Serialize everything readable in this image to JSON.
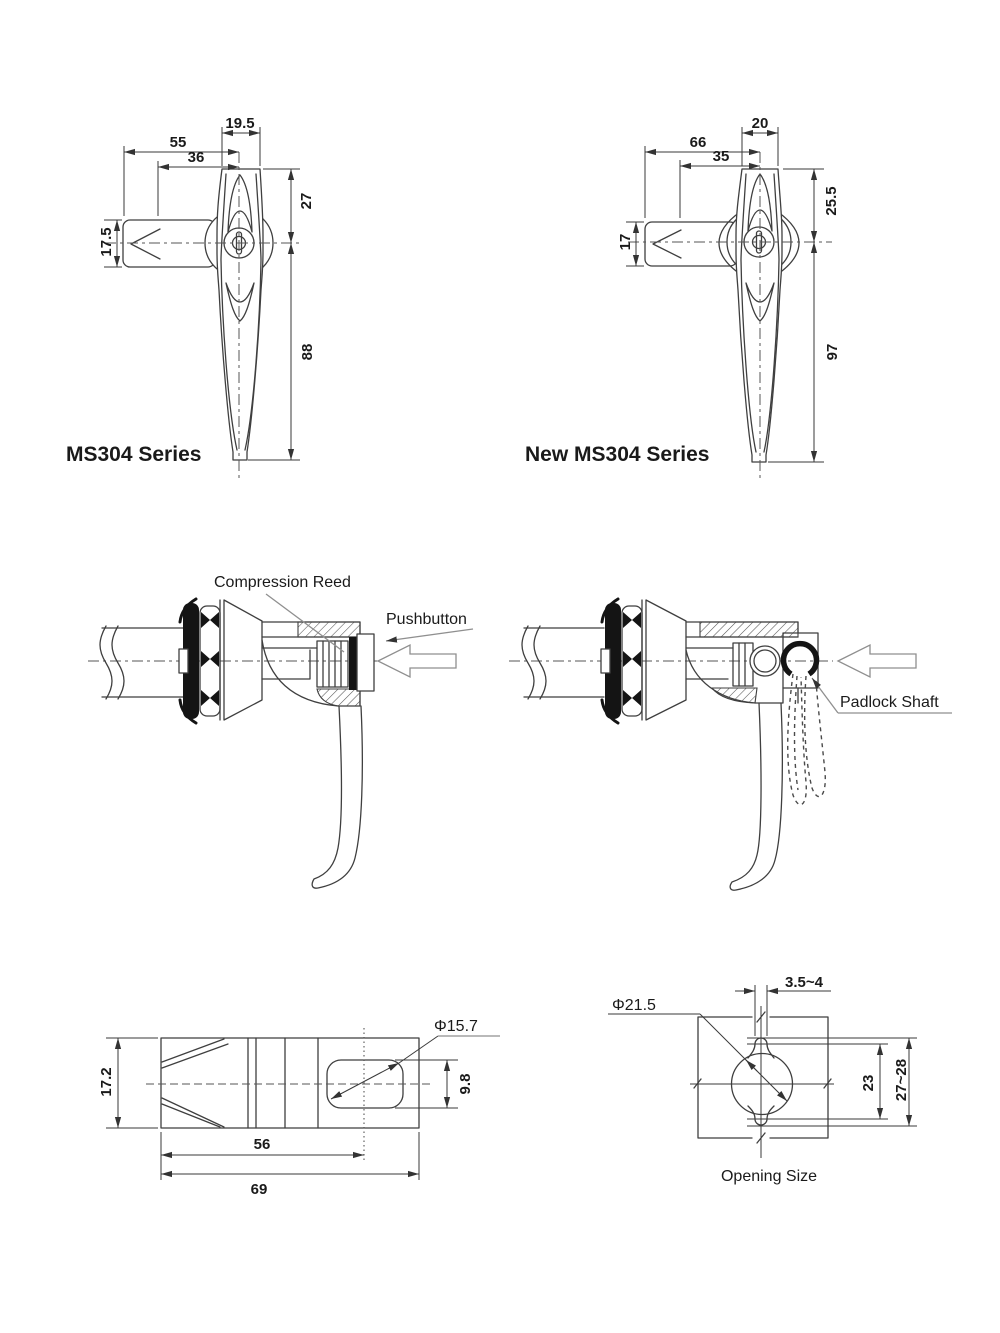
{
  "front_views": {
    "ms304": {
      "title": "MS304 Series",
      "dims": {
        "head_width": "19.5",
        "overall": "55",
        "inner": "36",
        "upper": "27",
        "arm": "17.5",
        "lower": "88"
      }
    },
    "new_ms304": {
      "title": "New MS304 Series",
      "dims": {
        "head_width": "20",
        "overall": "66",
        "inner": "35",
        "upper": "25.5",
        "arm": "17",
        "lower": "97"
      }
    }
  },
  "section_views": {
    "pushbutton": {
      "compression_reed_label": "Compression Reed",
      "pushbutton_label": "Pushbutton"
    },
    "padlock": {
      "padlock_shaft_label": "Padlock Shaft"
    }
  },
  "body_view": {
    "dims": {
      "height": "17.2",
      "slot_dia": "Φ15.7",
      "slot_h": "9.8",
      "len_center": "56",
      "len_total": "69"
    }
  },
  "opening_view": {
    "caption": "Opening Size",
    "dims": {
      "dia": "Φ21.5",
      "notch": "3.5~4",
      "inner": "23",
      "outer": "27~28"
    }
  },
  "colors": {
    "line": "#3f3f3f",
    "dark": "#141414",
    "leader_gray": "#8f8f8f",
    "text": "#1a1a1a",
    "background": "#ffffff"
  }
}
